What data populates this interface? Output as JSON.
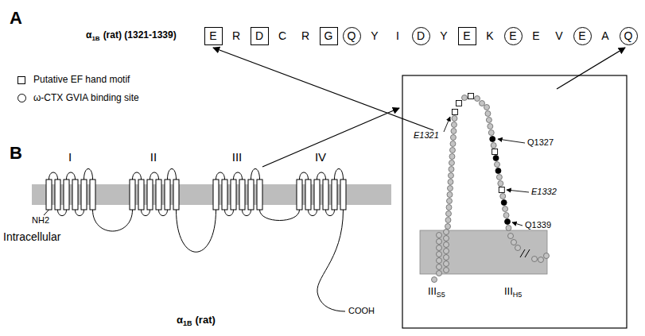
{
  "diagram": {
    "nodes": [
      {
        "text": [
          "E"
        ]
      },
      {
        "text": [
          "D"
        ]
      },
      {
        "text": [
          "G"
        ]
      },
      {
        "text": [
          "Q"
        ]
      },
      {
        "text": [
          "D"
        ]
      },
      {
        "text": [
          "E"
        ]
      },
      {
        "text": [
          "E"
        ]
      },
      {
        "text": [
          "E"
        ]
      },
      {
        "text": [
          "Q"
        ]
      }
    ],
    "labels": [
      "A",
      "α",
      "1B",
      "(rat) (1321-1339)",
      "R",
      "C",
      "R",
      "Y",
      "I",
      "Y",
      "K",
      "E",
      "V",
      "A",
      "B",
      "I",
      "II",
      "III",
      "IV",
      "NH2",
      "Intracellular",
      "COOH",
      "α",
      "1B",
      "(rat)",
      "E1321",
      "Q1327",
      "E1332",
      "Q1339",
      "III",
      "S5",
      "III",
      "H5"
    ],
    "legend": [
      {
        "text": "Putative EF hand motif"
      },
      {
        "text": "ω-CTX GVIA binding site"
      }
    ]
  }
}
